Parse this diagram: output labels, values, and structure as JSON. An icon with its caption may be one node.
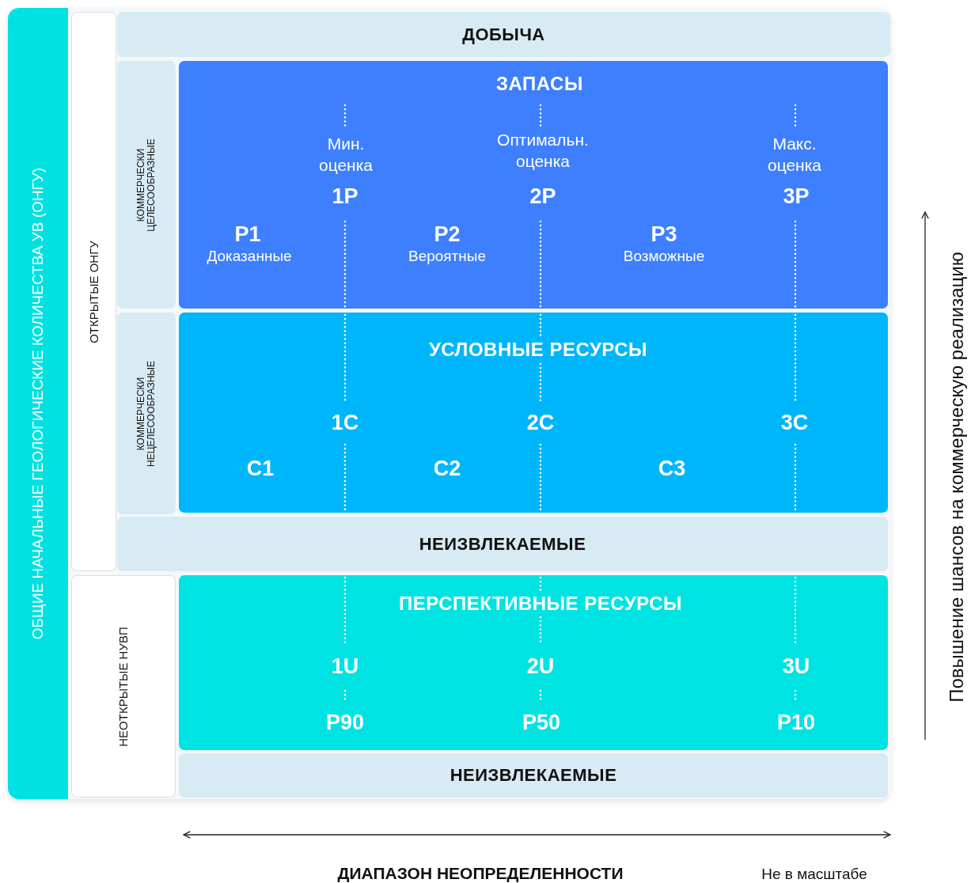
{
  "diagram": {
    "nodes": [
      {
        "text": [
          "ОБЩИЕ НАЧАЛЬНЫЕ ГЕОЛОГИЧЕСКИЕ КОЛИЧЕСТВА УВ (ОНГУ)"
        ]
      },
      {
        "text": [
          "ОТКРЫТЫЕ ОНГУ"
        ],
        "in": 0
      },
      {
        "text": [
          "ДОБЫЧА"
        ],
        "in": 0
      },
      {
        "text": [
          "КОММЕРЧЕСКИ ЦЕЛЕСООБРАЗНЫЕ"
        ],
        "in": 0
      },
      {
        "text": [
          "ЗАПАСЫ",
          "Мин. оценка",
          "1P",
          "Оптимальн. оценка",
          "2P",
          "Макс. оценка",
          "3P",
          "P1",
          "Доказанные",
          "P2",
          "Вероятные",
          "P3",
          "Возможные"
        ],
        "in": 0
      },
      {
        "text": [
          "КОММЕРЧЕСКИ НЕЦЕЛЕСООБРАЗНЫЕ"
        ],
        "in": 0
      },
      {
        "text": [
          "УСЛОВНЫЕ РЕСУРСЫ",
          "1C",
          "2C",
          "3C",
          "C1",
          "C2",
          "C3"
        ],
        "in": 0
      },
      {
        "text": [
          "НЕИЗВЛЕКАЕМЫЕ"
        ],
        "in": 0
      },
      {
        "text": [
          "НЕОТКРЫТЫЕ НУВП"
        ],
        "in": 0
      },
      {
        "text": [
          "ПЕРСПЕКТИВНЫЕ РЕСУРСЫ",
          "1U",
          "2U",
          "3U",
          "P90",
          "P50",
          "P10"
        ],
        "in": 0
      },
      {
        "text": [
          "НЕИЗВЛЕКАЕМЫЕ"
        ],
        "in": 0
      }
    ],
    "labels": [
      "Повышение шансов на коммерческую реализацию",
      "ДИАПАЗОН НЕОПРЕДЕЛЕННОСТИ",
      "Не в масштабе"
    ]
  }
}
